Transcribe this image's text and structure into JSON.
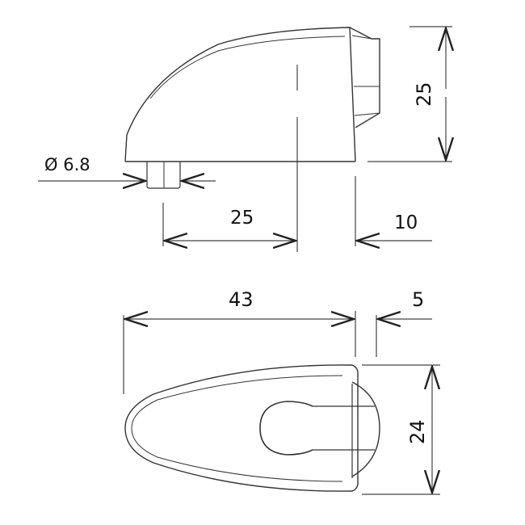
{
  "drawing": {
    "type": "technical dimension drawing",
    "views": [
      {
        "name": "side-view",
        "dimensions": {
          "pin_diameter": "Ø 6.8",
          "height": "25",
          "pin_to_axis": "25",
          "front_offset": "10"
        }
      },
      {
        "name": "top-view",
        "dimensions": {
          "length": "43",
          "lens_depth": "5",
          "width": "24"
        }
      }
    ]
  },
  "labels": {
    "diameter": "Ø 6.8",
    "height": "25",
    "pin_to_axis": "25",
    "front_offset": "10",
    "length": "43",
    "lens_depth": "5",
    "width": "24"
  },
  "colors": {
    "line": "#333333",
    "dim_line": "#444444",
    "text": "#111111",
    "background": "#ffffff"
  }
}
